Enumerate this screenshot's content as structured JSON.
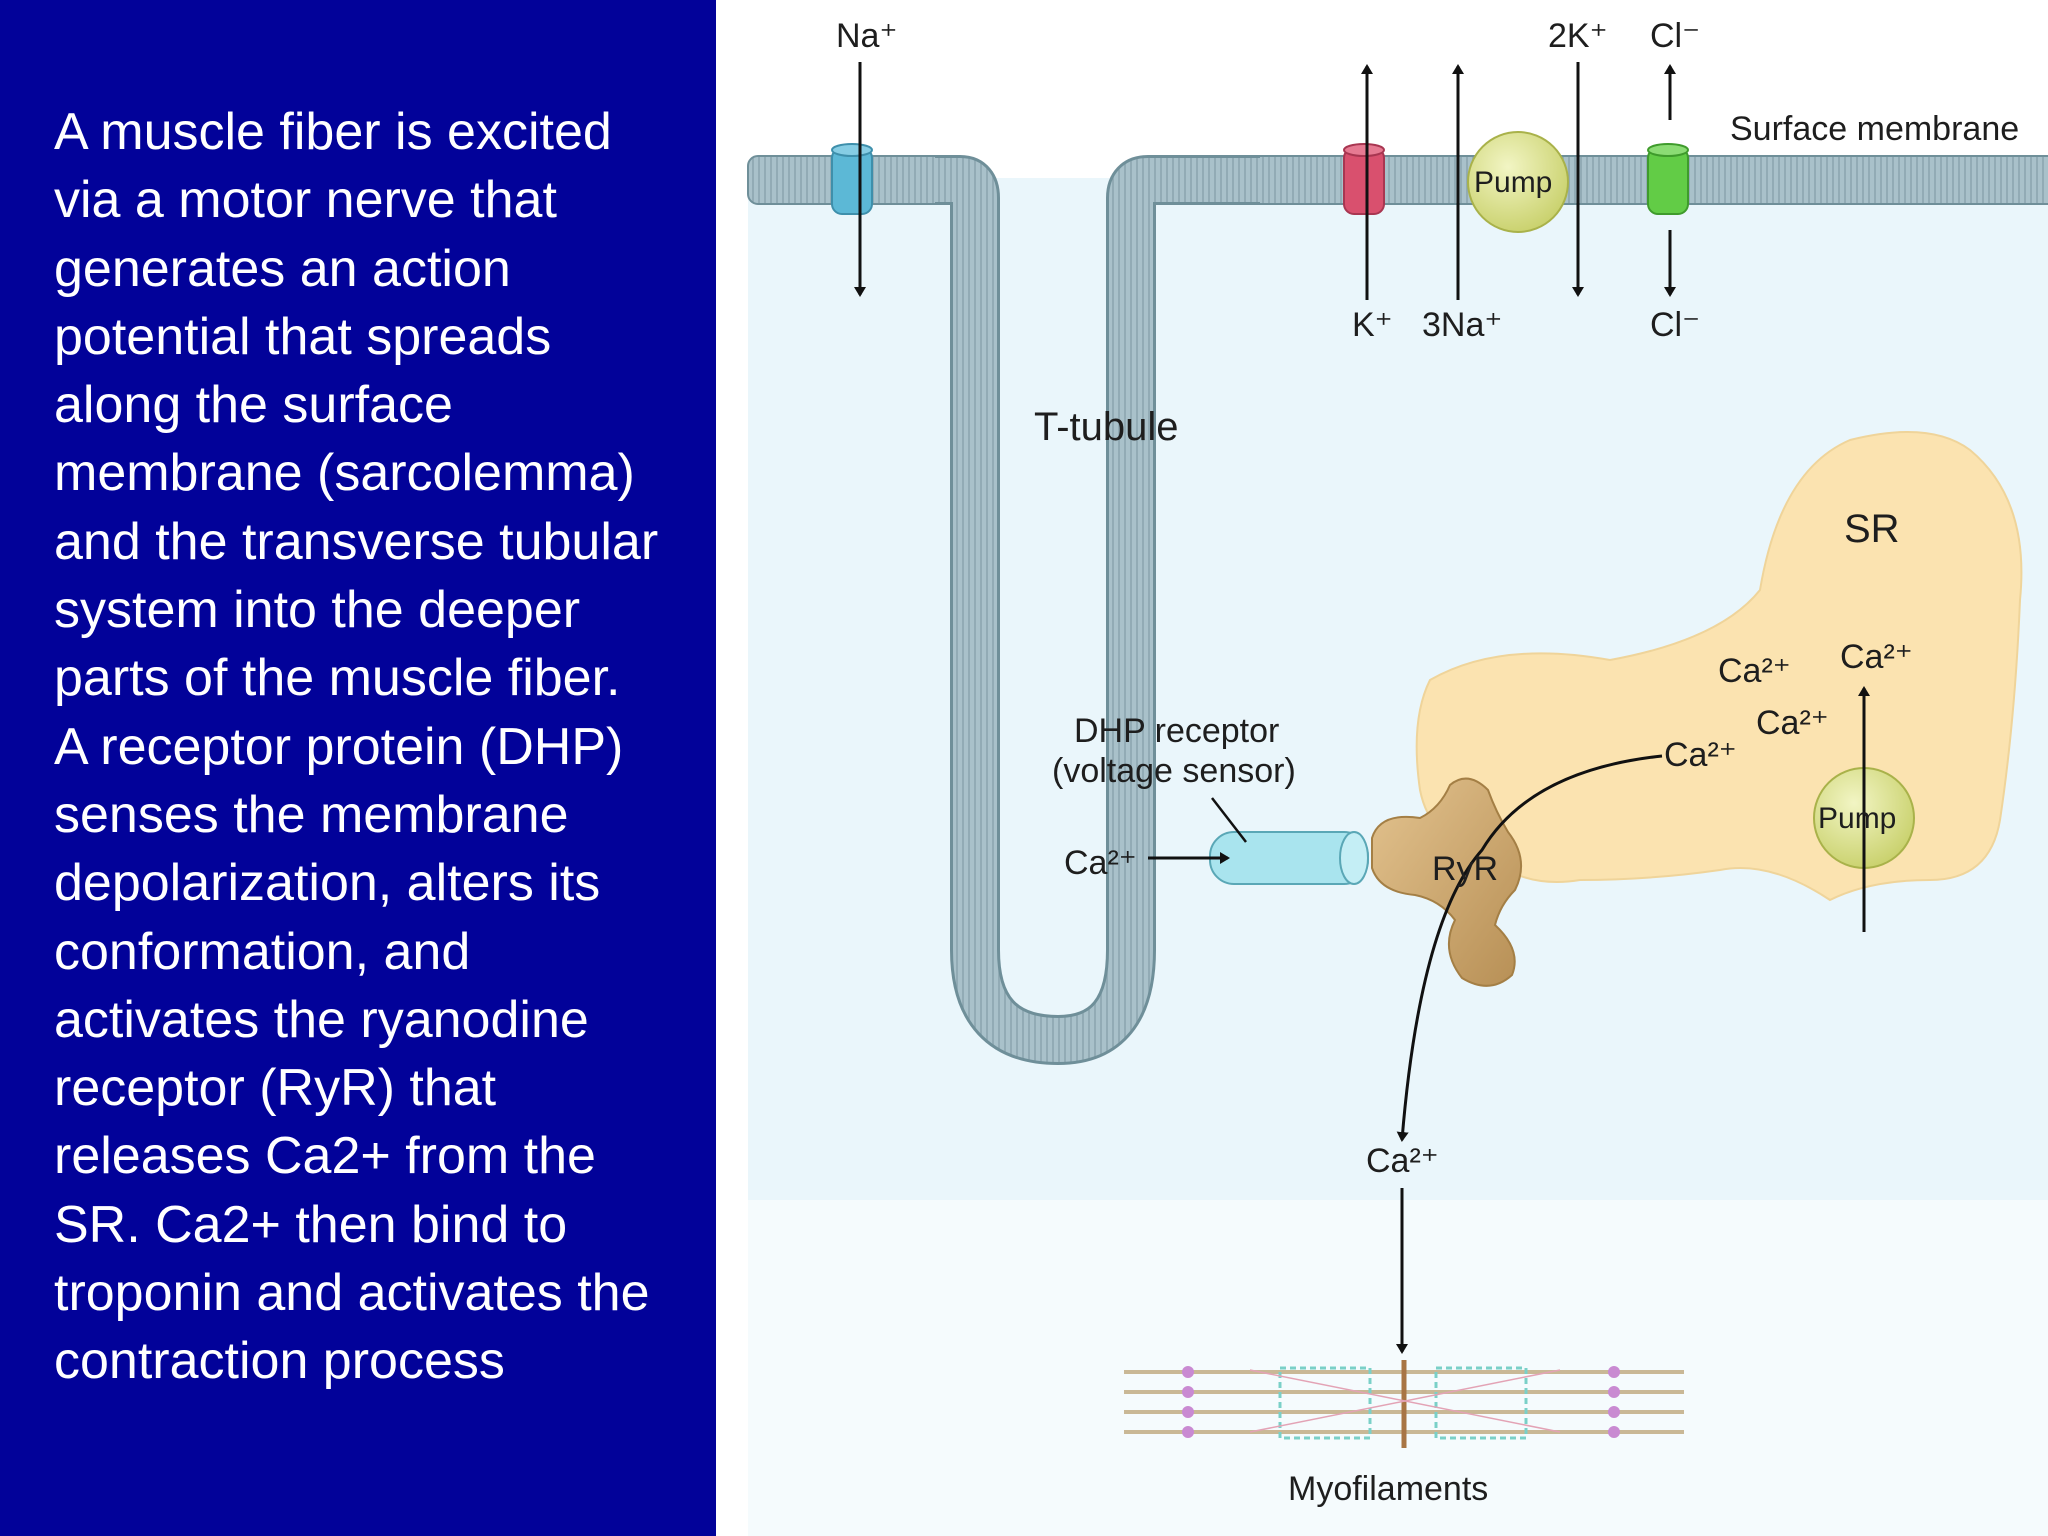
{
  "text_panel": {
    "background": "#020299",
    "text_color": "#ffffff",
    "paragraph": "A muscle fiber is excited\nvia a motor nerve that\ngenerates an action\npotential that spreads\nalong the surface\nmembrane (sarcolemma)\nand the transverse tubular\nsystem into the deeper\nparts of the muscle fiber.\nA receptor protein (DHP)\nsenses the membrane\ndepolarization, alters its\nconformation, and\nactivates the ryanodine\nreceptor (RyR) that\nreleases Ca2+ from the\nSR. Ca2+ then bind to\ntroponin and activates the\ncontraction process"
  },
  "diagram": {
    "labels": {
      "na_top": "Na⁺",
      "two_k": "2K⁺",
      "cl_top": "Cl⁻",
      "surface_membrane": "Surface membrane",
      "pump_top": "Pump",
      "k_bottom": "K⁺",
      "three_na": "3Na⁺",
      "cl_bottom": "Cl⁻",
      "t_tubule": "T-tubule",
      "sr": "SR",
      "ca_sr_1": "Ca²⁺",
      "ca_sr_2": "Ca²⁺",
      "ca_sr_3": "Ca²⁺",
      "ca_ryr_release": "Ca²⁺",
      "dhp_receptor": "DHP receptor",
      "voltage_sensor": "(voltage sensor)",
      "ca_dhp": "Ca²⁺",
      "ryr": "RyR",
      "pump_sr": "Pump",
      "ca_cytosol": "Ca²⁺",
      "myofilaments": "Myofilaments"
    },
    "colors": {
      "cytoplasm": "#eaf6fb",
      "membrane": "#a7bfc8",
      "sr": "#fbe3b0",
      "ryr": "#d7b27a",
      "dhp": "#a9e4ee",
      "na_channel": "#5cb8d6",
      "k_channel": "#d9506e",
      "cl_channel": "#62cc46",
      "pump": "#dfe78a"
    }
  }
}
